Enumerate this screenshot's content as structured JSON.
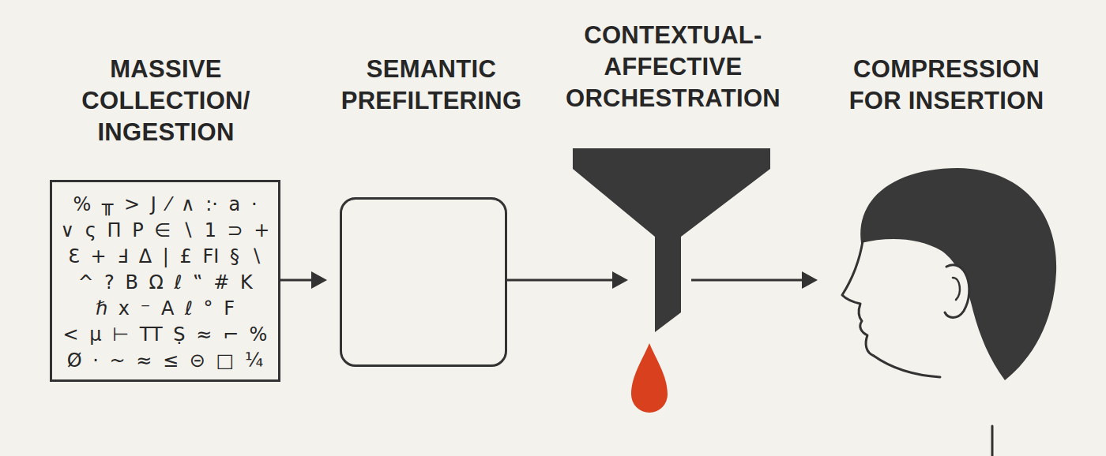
{
  "diagram": {
    "nodes": [
      {
        "text": [
          "MASSIVE COLLECTION/ INGESTION"
        ]
      },
      {
        "text": [
          "SEMANTIC PREFILTERING"
        ]
      },
      {
        "text": [
          "CONTEXTUAL- AFFECTIVE ORCHESTRATION"
        ]
      },
      {
        "text": [
          "COMPRESSION FOR INSERTION"
        ]
      }
    ],
    "edges": [
      {
        "from": 0,
        "to": 1,
        "arrow": "to"
      },
      {
        "from": 1,
        "to": 2,
        "arrow": "to"
      },
      {
        "from": 2,
        "to": 3,
        "arrow": "to"
      }
    ],
    "labels": [
      "% ╥ > J ⁄ ∧ :· a ·",
      "∨ ς Π Ρ ∈ ∖ 1 ⊃ +",
      "Ɛ + Ⅎ Δ | £ FI § ∖",
      "^ ? B Ω ℓ ‟ # K",
      "ℏ x ⁻ A ℓ ° F",
      "< μ ⊢ TT Ṣ ≈ ⌐ %",
      "Ø · ~ ≈ ≤ ⊝ □ ¼"
    ]
  }
}
